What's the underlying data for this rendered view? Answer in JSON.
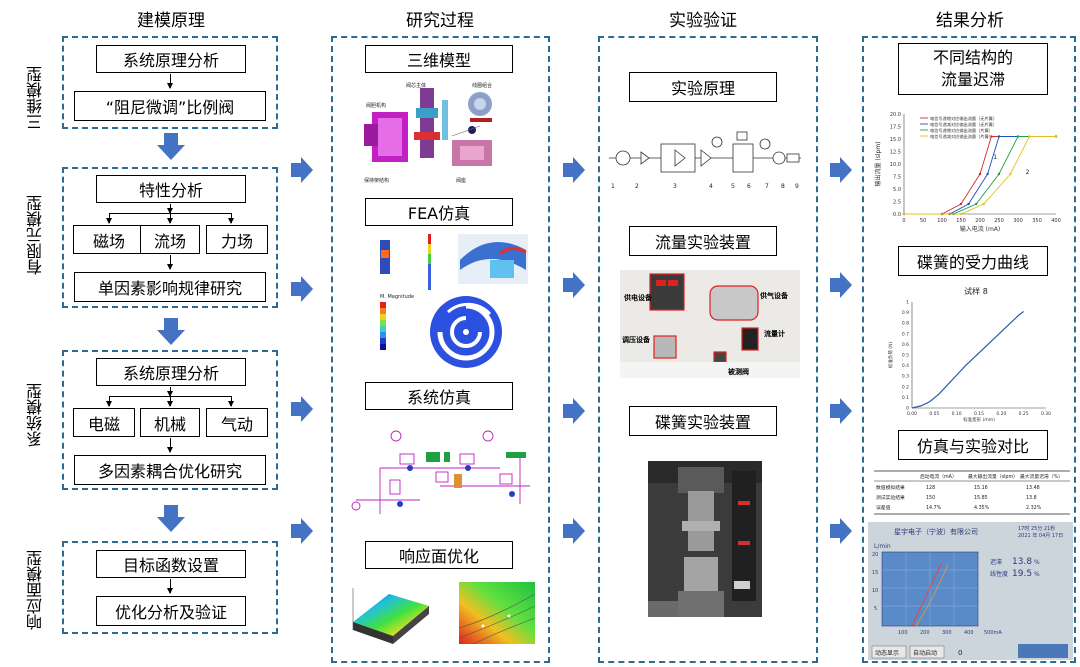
{
  "columns": {
    "modeling": "建模原理",
    "research": "研究过程",
    "experiment": "实验验证",
    "results": "结果分析"
  },
  "side_labels": [
    "三维模型",
    "有限元模型",
    "系统模型",
    "响应面模型"
  ],
  "modeling": {
    "g1": {
      "top": "系统原理分析",
      "bottom": "“阻尼微调”比例阀"
    },
    "g2": {
      "top": "特性分析",
      "items": [
        "磁场",
        "流场",
        "力场"
      ],
      "bottom": "单因素影响规律研究"
    },
    "g3": {
      "top": "系统原理分析",
      "items": [
        "电磁",
        "机械",
        "气动"
      ],
      "bottom": "多因素耦合优化研究"
    },
    "g4": {
      "top": "目标函数设置",
      "bottom": "优化分析及验证"
    }
  },
  "research": {
    "titles": [
      "三维模型",
      "FEA仿真",
      "系统仿真",
      "响应面优化"
    ],
    "model_labels": [
      "阀芯主体",
      "线圈组合",
      "阀胆机构",
      "保持架结构",
      "阀座"
    ],
    "fea_title": "M. Magnitude"
  },
  "experiment": {
    "titles": [
      "实验原理",
      "流量实验装置",
      "碟簧实验装置"
    ],
    "numbers": [
      "1",
      "2",
      "3",
      "4",
      "5",
      "6",
      "7",
      "8",
      "9"
    ],
    "device_labels": [
      "供电设备",
      "供气设备",
      "调压设备",
      "流量计",
      "被测阀"
    ]
  },
  "results": {
    "titles": [
      "不同结构的\n流量迟滞",
      "碟簧的受力曲线",
      "仿真与实验对比"
    ],
    "hyst_chart": {
      "legend": [
        "电信号递增对应输出流量（无片簧）",
        "电信号递减对应输出流量（无片簧）",
        "电信号递增对应输出流量（片簧）",
        "电信号递减对应输出流量（片簧）"
      ],
      "xlabel": "输入电流 (mA)",
      "ylabel": "输出流量 (slpm)",
      "xticks": [
        "0",
        "50",
        "100",
        "150",
        "200",
        "250",
        "300",
        "350",
        "400"
      ],
      "yticks": [
        "0.0",
        "2.5",
        "5.0",
        "7.5",
        "10.0",
        "12.5",
        "15.0",
        "17.5",
        "20.0"
      ],
      "callouts": [
        "1",
        "2"
      ]
    },
    "spring_chart": {
      "title": "试样 8",
      "xlabel": "标准变形 (mm)",
      "ylabel": "标准负荷 (N)",
      "xticks": [
        "0.00",
        "0.05",
        "0.10",
        "0.15",
        "0.20",
        "0.25",
        "0.30"
      ],
      "yticks": [
        "0",
        "0.1",
        "0.2",
        "0.3",
        "0.4",
        "0.5",
        "0.6",
        "0.7",
        "0.8",
        "0.9",
        "1"
      ]
    },
    "table": {
      "headers": [
        "",
        "启动电流（mA）",
        "最大输出流量（slpm）",
        "最大流量迟滞（%）"
      ],
      "rows": [
        [
          "数值模拟结果",
          "128",
          "15.16",
          "13.48"
        ],
        [
          "测试实验结果",
          "150",
          "15.85",
          "13.8"
        ],
        [
          "误差值",
          "14.7%",
          "4.35%",
          "2.32%"
        ]
      ]
    },
    "screen": {
      "company": "星宇电子（宁波）有限公司",
      "time": "17时 25分 21秒",
      "date": "2021 年 04月 17日",
      "unit": "L/min",
      "stats": [
        {
          "label": "迟滞",
          "value": "13.8",
          "unit": "%"
        },
        {
          "label": "线性度",
          "value": "19.5",
          "unit": "%"
        }
      ],
      "xticks": [
        "100",
        "200",
        "300",
        "400",
        "500mA"
      ],
      "yticks": [
        "20",
        "15",
        "10",
        "5"
      ],
      "buttons": [
        "动态显示",
        "自动启动"
      ],
      "counter": "0"
    }
  },
  "colors": {
    "dash": "#2e6b92",
    "arrow": "#4472c4"
  }
}
